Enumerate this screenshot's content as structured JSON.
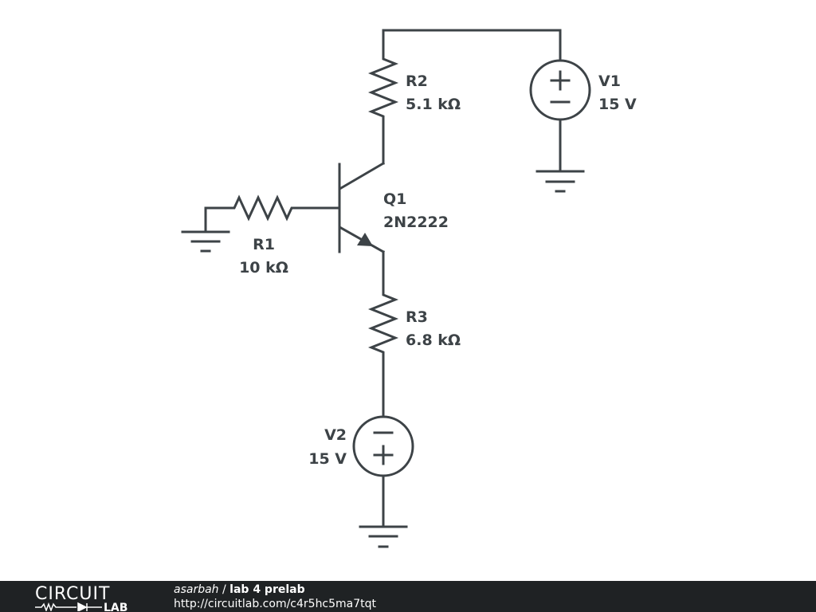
{
  "components": {
    "r1": {
      "name": "R1",
      "value": "10 kΩ"
    },
    "r2": {
      "name": "R2",
      "value": "5.1 kΩ"
    },
    "r3": {
      "name": "R3",
      "value": "6.8 kΩ"
    },
    "q1": {
      "name": "Q1",
      "value": "2N2222"
    },
    "v1": {
      "name": "V1",
      "value": "15 V"
    },
    "v2": {
      "name": "V2",
      "value": "15 V"
    }
  },
  "icons": [
    "resistor-icon",
    "npn-transistor-icon",
    "voltage-source-icon",
    "ground-icon"
  ],
  "footer": {
    "logo_top": "CIRCUIT",
    "logo_bottom": "LAB",
    "author": "asarbah",
    "separator": " / ",
    "project": "lab 4 prelab",
    "url": "http://circuitlab.com/c4r5hc5ma7tqt"
  },
  "colors": {
    "ink": "#3d4347",
    "footer_bg": "#1f2224",
    "footer_text": "#ffffff"
  }
}
